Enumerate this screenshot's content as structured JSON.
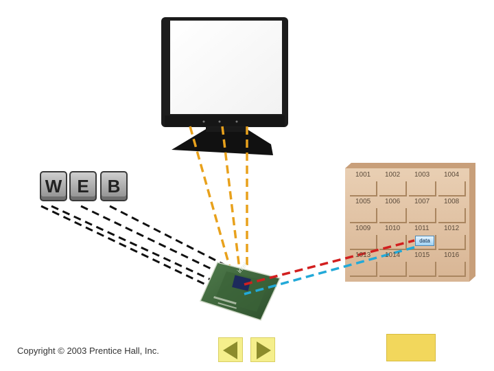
{
  "keyboard": {
    "keys": [
      "W",
      "E",
      "B"
    ]
  },
  "memory": {
    "rows": [
      [
        "1001",
        "1002",
        "1003",
        "1004"
      ],
      [
        "1005",
        "1006",
        "1007",
        "1008"
      ],
      [
        "1009",
        "1010",
        "1011",
        "1012"
      ],
      [
        "1013",
        "1014",
        "1015",
        "1016"
      ]
    ],
    "data_label": "data"
  },
  "cpu": {
    "brand": "intel"
  },
  "footer": {
    "copyright": "Copyright © 2003 Prentice Hall, Inc."
  },
  "colors": {
    "keyboard_lines": "#111111",
    "monitor_lines": "#e8a11c",
    "cpu_to_memory": "#d21f1f",
    "memory_to_cpu": "#22a9d8",
    "nav_button": "#f5ef8c",
    "nav_arrow": "#8c8c2c",
    "blank_button": "#f2d75c"
  },
  "icons": {
    "previous": "left-triangle-icon",
    "next": "right-triangle-icon"
  }
}
